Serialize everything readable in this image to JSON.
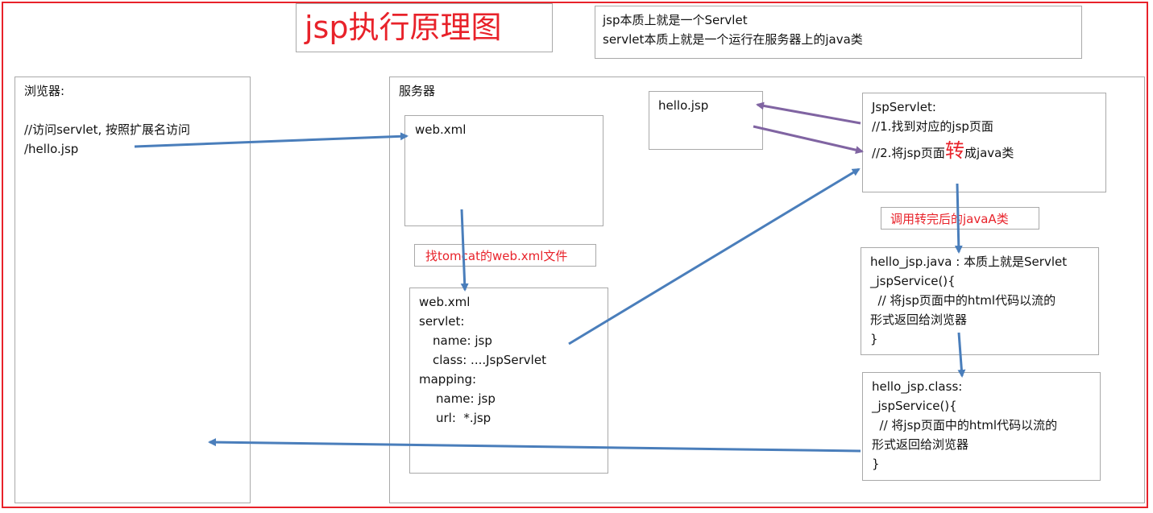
{
  "title": "jsp执行原理图",
  "note": {
    "line1": "jsp本质上就是一个Servlet",
    "line2": "servlet本质上就是一个运行在服务器上的java类"
  },
  "browser": {
    "label": "浏览器:",
    "line1": "//访问servlet, 按照扩展名访问",
    "line2": "/hello.jsp"
  },
  "server": {
    "label": "服务器",
    "webxml_top": "web.xml",
    "find_label": "找tomcat的web.xml文件",
    "webxml_detail": {
      "l1": "web.xml",
      "l2": "servlet:",
      "l3": "name: jsp",
      "l4": "class: ....JspServlet",
      "l5": "mapping:",
      "l6": "name: jsp",
      "l7": "url:  *.jsp"
    },
    "hello_jsp": "hello.jsp",
    "jspservlet": {
      "l1": "JspServlet:",
      "l2": "//1.找到对应的jsp页面",
      "l3a": "//2.将jsp页面",
      "l3b": "转",
      "l3c": "成java类"
    },
    "call_label": "调用转完后的javaA类",
    "hello_java": {
      "l1": "hello_jsp.java : 本质上就是Servlet",
      "l2": "_jspService(){",
      "l3": "  // 将jsp页面中的html代码以流的",
      "l4": "形式返回给浏览器",
      "l5": "}"
    },
    "hello_class": {
      "l1": "hello_jsp.class:",
      "l2": "_jspService(){",
      "l3": "  // 将jsp页面中的html代码以流的",
      "l4": "形式返回给浏览器",
      "l5": "}"
    }
  },
  "colors": {
    "frame": "#e8222a",
    "blue_arrow": "#4a7ebb",
    "purple_arrow": "#8064a2",
    "red_text": "#e8222a"
  }
}
